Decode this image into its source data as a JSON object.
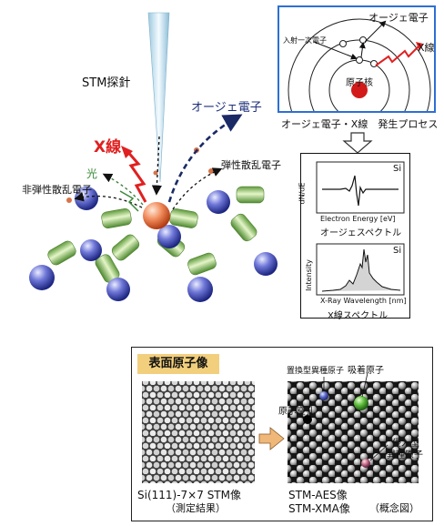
{
  "stm_probe_label": "STM探針",
  "auger_label": "オージェ電子",
  "xray_label": "X線",
  "light_label": "光",
  "inelastic_label": "非弾性散乱電子",
  "elastic_label": "弾性散乱電子",
  "process": {
    "auger_label": "オージェ電子",
    "incident_label": "入射一次電子",
    "xray_label": "X線",
    "nucleus_label": "原子核",
    "caption": "オージェ電子・X線　発生プロセス"
  },
  "spectra": {
    "auger": {
      "element": "Si",
      "ylabel": "dN/dE",
      "xlabel": "Electron Energy [eV]",
      "caption": "オージェスペクトル"
    },
    "xray": {
      "element": "Si",
      "ylabel": "Intensity",
      "xlabel": "X-Ray Wavelength [nm]",
      "caption": "X線スペクトル"
    }
  },
  "surface": {
    "title": "表面原子像",
    "substitution_label": "置換型異種原子",
    "adsorbed_label": "吸着原子",
    "vacancy_label": "原子空孔",
    "interstitial_label_1": "侵入型",
    "interstitial_label_2": "異種原子",
    "stm_caption": "Si(111)-7×7 STM像",
    "stm_caption_sub": "（測定結果）",
    "aes_caption": "STM-AES像",
    "xma_caption": "STM-XMA像",
    "concept_caption": "（概念図）"
  }
}
